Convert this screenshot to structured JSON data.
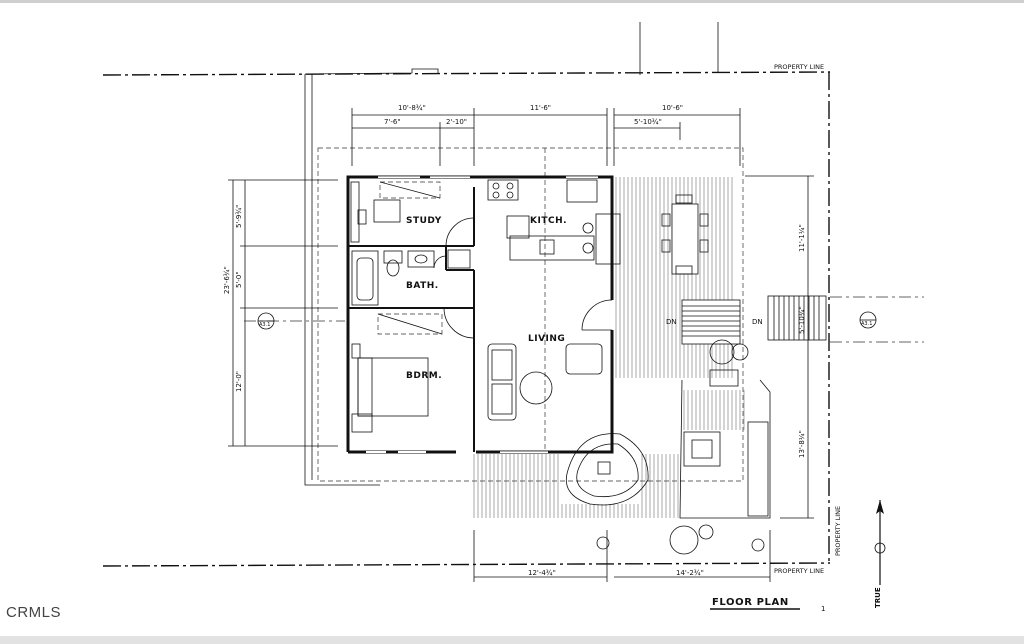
{
  "rooms": {
    "study": "STUDY",
    "kitchen": "KITCH.",
    "bath": "BATH.",
    "living": "LIVING",
    "bedroom": "BDRM."
  },
  "labels": {
    "property_line": "PROPERTY LINE",
    "dn": "DN",
    "true_north": "TRUE",
    "section_ref": "A3.1",
    "floor_plan_title": "FLOOR PLAN",
    "sheet_number": "1",
    "watermark": "CRMLS"
  },
  "dimensions": {
    "top_overall_left": "10'-8¾\"",
    "top_overall_mid": "11'-6\"",
    "top_overall_right": "10'-6\"",
    "top_sub_1": "7'-6\"",
    "top_sub_2": "2'-10\"",
    "top_sub_3": "5'-10¾\"",
    "left_overall": "23'-6¾\"",
    "left_sub_1": "5'-9¾\"",
    "left_sub_2": "5'-0\"",
    "left_sub_3": "12'-0\"",
    "right_1": "11'-1¼\"",
    "right_2": "5'-10¾\"",
    "right_3": "13'-8¼\"",
    "bottom_1": "12'-4¾\"",
    "bottom_2": "14'-2¾\""
  }
}
